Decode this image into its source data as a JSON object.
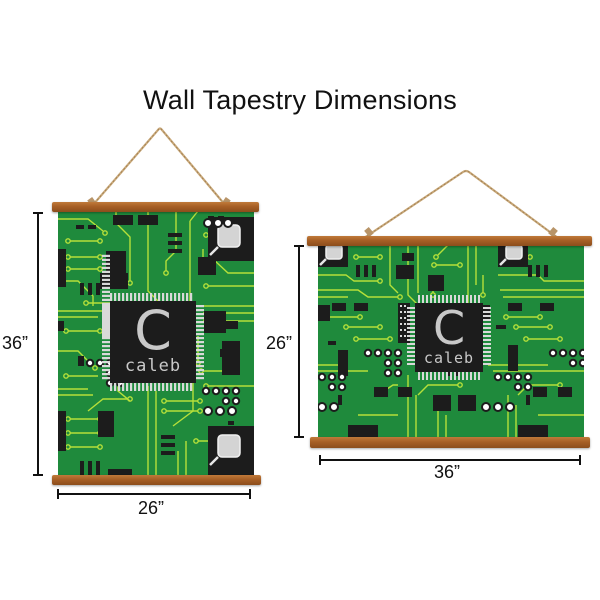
{
  "title": "Wall Tapestry Dimensions",
  "colors": {
    "fabric_green": "#1f8a3c",
    "trace_yellow_green": "#b5e03a",
    "chip_black": "#1c1c1c",
    "pin_gray": "#c8c8c8",
    "rod_wood": "#a75f25",
    "rope": "#c9a97a"
  },
  "tapestries": [
    {
      "orientation": "portrait",
      "monogram_letter": "C",
      "monogram_name": "caleb",
      "height_label": "36”",
      "width_label": "26”"
    },
    {
      "orientation": "landscape",
      "monogram_letter": "C",
      "monogram_name": "caleb",
      "height_label": "26”",
      "width_label": "36”"
    }
  ]
}
